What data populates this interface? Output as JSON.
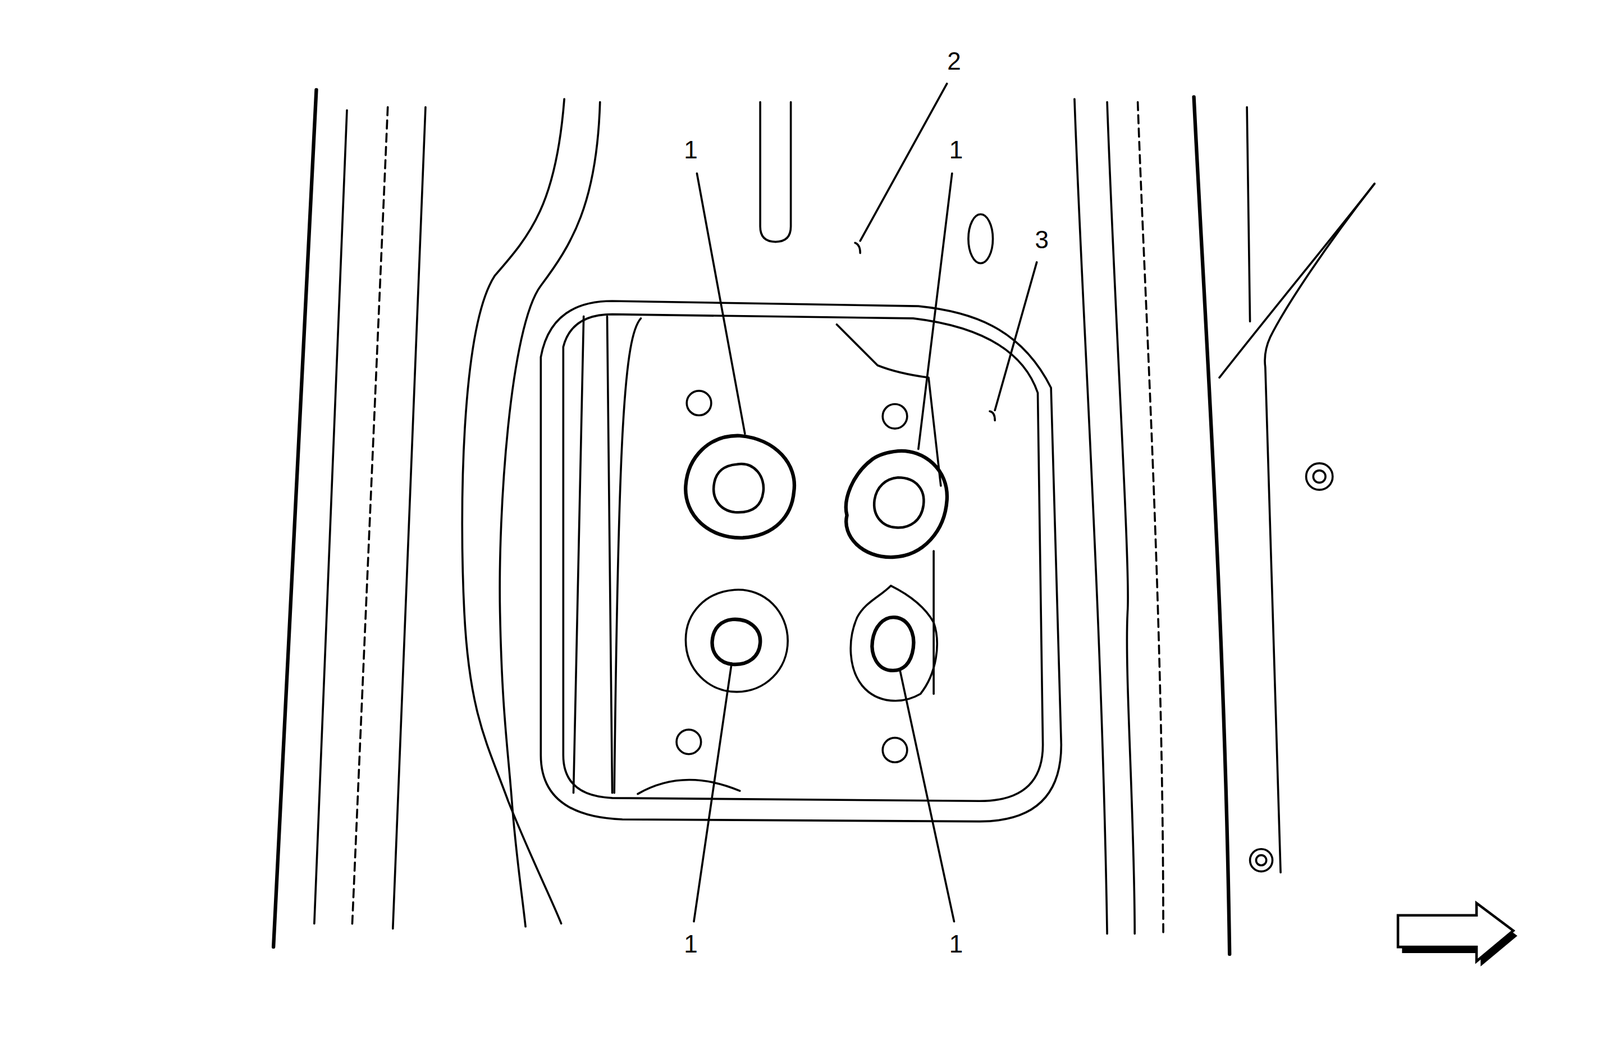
{
  "diagram": {
    "labels": [
      "2",
      "1",
      "1",
      "3",
      "1",
      "1"
    ]
  }
}
